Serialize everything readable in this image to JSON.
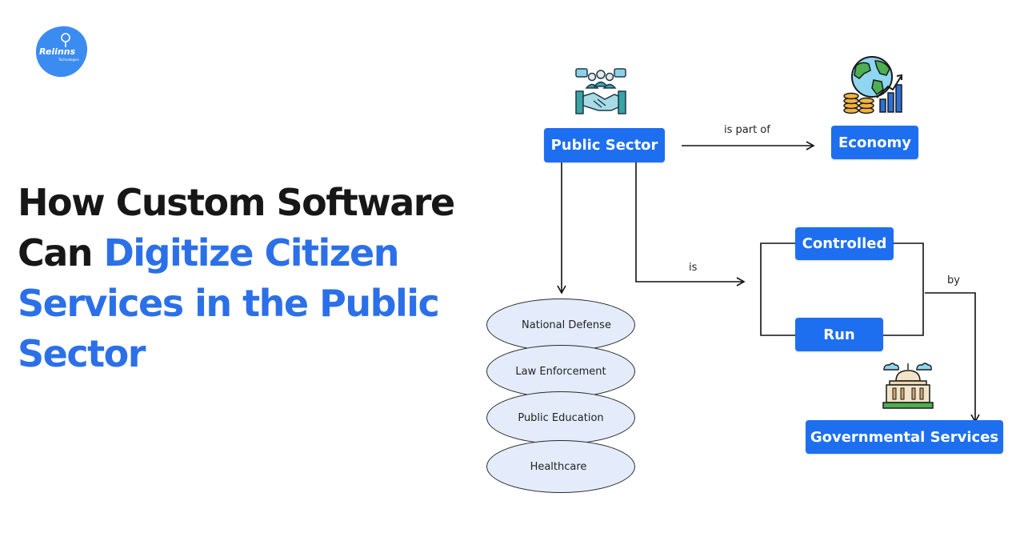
{
  "logo": {
    "text": "Reli",
    "text2": "nns",
    "sub": "Technologies"
  },
  "title": {
    "line1": "How Custom Software",
    "line2_plain": "Can ",
    "line2_highlight": "Digitize Citizen",
    "line3": "Services in the Public",
    "line4": "Sector"
  },
  "diagram": {
    "nodes": {
      "public_sector": "Public Sector",
      "economy": "Economy",
      "controlled": "Controlled",
      "run": "Run",
      "governmental": "Governmental Services"
    },
    "edges": {
      "is_part_of": "is part of",
      "is": "is",
      "by": "by"
    },
    "sectors": [
      "National Defense",
      "Law Enforcement",
      "Public Education",
      "Healthcare"
    ]
  },
  "colors": {
    "box": "#1d6ff0",
    "title_highlight": "#2b70e8",
    "title_dark": "#171717",
    "ellipse_fill": "#e4ecfb"
  },
  "icons": [
    "handshake-people-icon",
    "globe-coins-growth-icon",
    "government-building-icon"
  ]
}
